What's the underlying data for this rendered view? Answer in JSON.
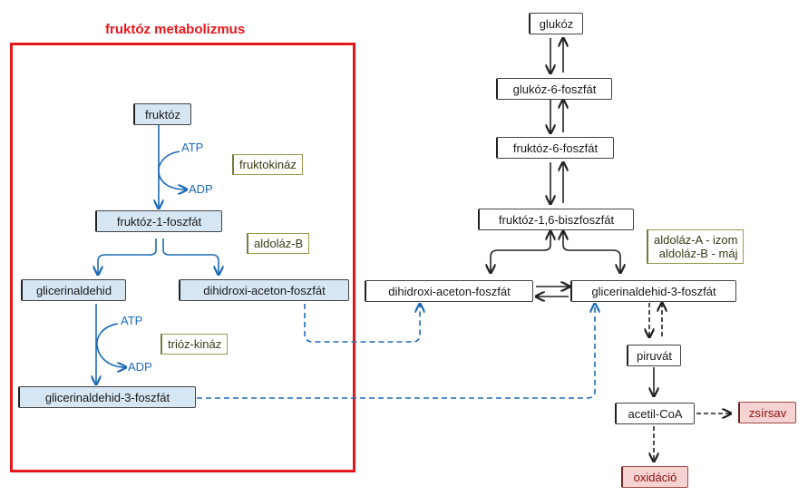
{
  "title": "fruktóz metabolizmus",
  "colors": {
    "accent_red": "#e3171c",
    "blue_arrow": "#1e6bb8",
    "box_blue": "#d6e6f3",
    "box_red": "#f6d2d2"
  },
  "left": {
    "fructose": "fruktóz",
    "atp1": "ATP",
    "adp1": "ADP",
    "enzyme_fructokinase": "fruktokináz",
    "f1p": "fruktóz-1-foszfát",
    "enzyme_aldolase_b": "aldoláz-B",
    "glyceraldehyde": "glicerinaldehid",
    "dhap": "dihidroxi-aceton-foszfát",
    "atp2": "ATP",
    "adp2": "ADP",
    "enzyme_triokinase": "trióz-kináz",
    "g3p": "glicerinaldehid-3-foszfát"
  },
  "right": {
    "glucose": "glukóz",
    "g6p": "glukóz-6-foszfát",
    "f6p": "fruktóz-6-foszfát",
    "f16bp": "fruktóz-1,6-biszfoszfát",
    "aldolase_line1": "aldoláz-A - izom",
    "aldolase_line2": "aldoláz-B - máj",
    "dhap": "dihidroxi-aceton-foszfát",
    "g3p": "glicerinaldehid-3-foszfát",
    "pyruvate": "piruvát",
    "acetylcoa": "acetil-CoA",
    "fattyacid": "zsírsav",
    "oxidation": "oxidáció"
  }
}
